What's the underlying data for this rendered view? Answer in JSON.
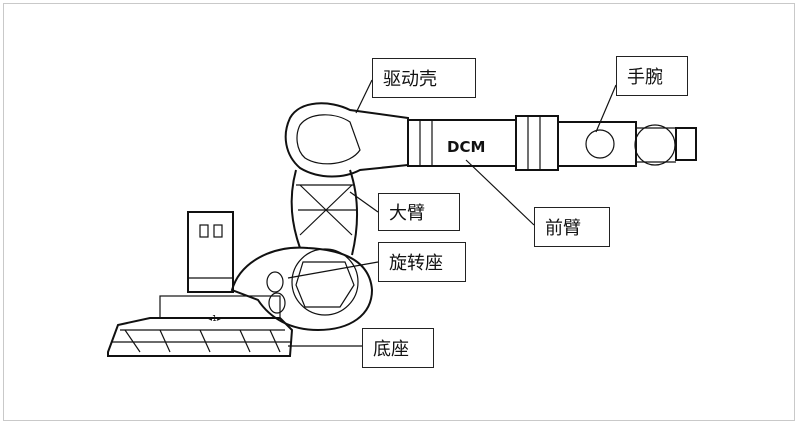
{
  "labels": {
    "drive_housing": "驱动壳",
    "wrist": "手腕",
    "upper_arm": "大臂",
    "forearm": "前臂",
    "rotary_base": "旋转座",
    "base": "底座"
  },
  "brand_text": "DCM",
  "colors": {
    "ink": "#111111",
    "background": "#ffffff",
    "frame": "#c9c9c9"
  }
}
